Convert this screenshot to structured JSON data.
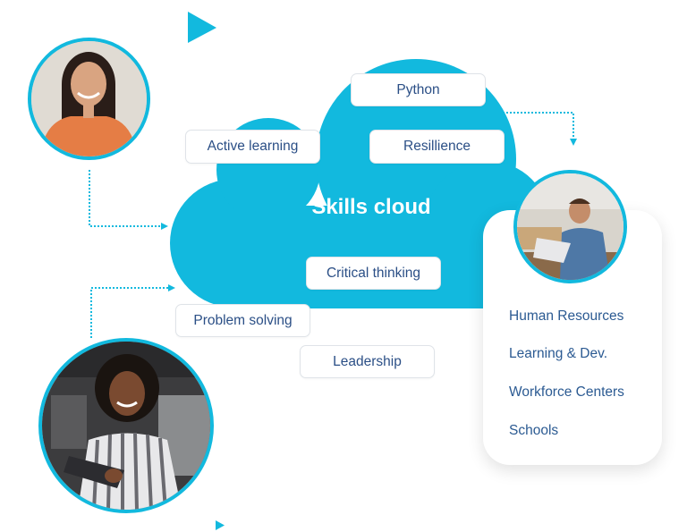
{
  "diagram": {
    "title": "Skills cloud",
    "accent_color": "#12b9de",
    "text_color": "#2b4f86",
    "skills": [
      {
        "label": "Python"
      },
      {
        "label": "Active learning"
      },
      {
        "label": "Resillience"
      },
      {
        "label": "Critical thinking"
      },
      {
        "label": "Problem solving"
      },
      {
        "label": "Leadership"
      }
    ],
    "destinations": {
      "items": [
        {
          "label": "Human Resources"
        },
        {
          "label": "Learning & Dev."
        },
        {
          "label": "Workforce Centers"
        },
        {
          "label": "Schools"
        }
      ]
    },
    "people": [
      {
        "role": "person-photo-top-left",
        "description": "smiling woman in orange shirt"
      },
      {
        "role": "person-photo-bottom-left",
        "description": "smiling woman holding tablet"
      },
      {
        "role": "person-photo-right",
        "description": "man working on laptop"
      }
    ],
    "icons": [
      "play-triangle-icon",
      "small-triangle-icon",
      "arrow-icon"
    ]
  }
}
